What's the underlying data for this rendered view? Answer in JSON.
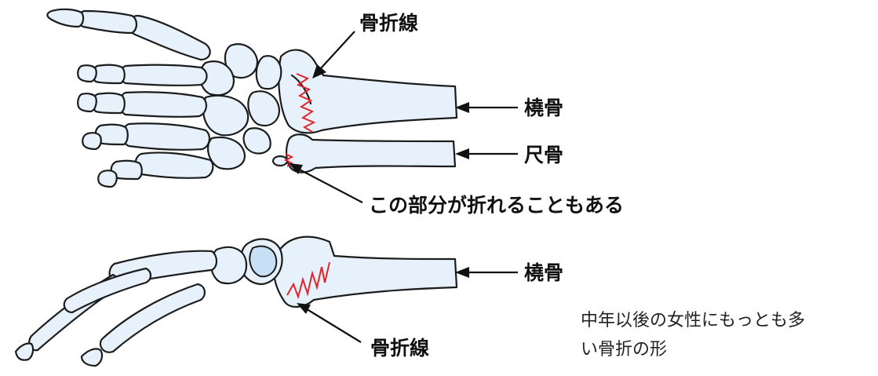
{
  "labels": {
    "fracture_line_top": "骨折線",
    "radius_top": "橈骨",
    "ulna": "尺骨",
    "ulna_note": "この部分が折れることもある",
    "radius_bottom": "橈骨",
    "fracture_line_bottom": "骨折線"
  },
  "caption": {
    "line1": "中年以後の女性にもっとも多",
    "line2": "い骨折の形"
  },
  "colors": {
    "bone_fill": "#e6f1fb",
    "outline": "#1c1c1c",
    "fracture": "#e0262a"
  }
}
